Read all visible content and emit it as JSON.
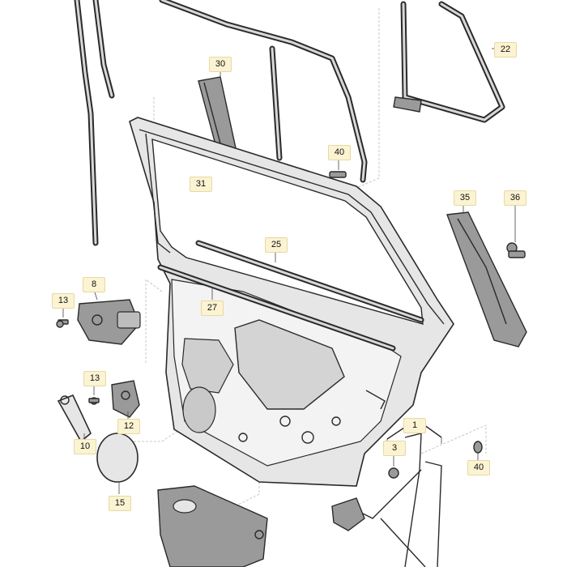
{
  "diagram": {
    "labels": [
      {
        "id": "p22",
        "text": "22"
      },
      {
        "id": "p30",
        "text": "30"
      },
      {
        "id": "p40a",
        "text": "40"
      },
      {
        "id": "p31",
        "text": "31"
      },
      {
        "id": "p35",
        "text": "35"
      },
      {
        "id": "p36",
        "text": "36"
      },
      {
        "id": "p25",
        "text": "25"
      },
      {
        "id": "p8",
        "text": "8"
      },
      {
        "id": "p13a",
        "text": "13"
      },
      {
        "id": "p27",
        "text": "27"
      },
      {
        "id": "p13b",
        "text": "13"
      },
      {
        "id": "p12",
        "text": "12"
      },
      {
        "id": "p10",
        "text": "10"
      },
      {
        "id": "p15",
        "text": "15"
      },
      {
        "id": "p1",
        "text": "1"
      },
      {
        "id": "p3",
        "text": "3"
      },
      {
        "id": "p40b",
        "text": "40"
      }
    ]
  }
}
